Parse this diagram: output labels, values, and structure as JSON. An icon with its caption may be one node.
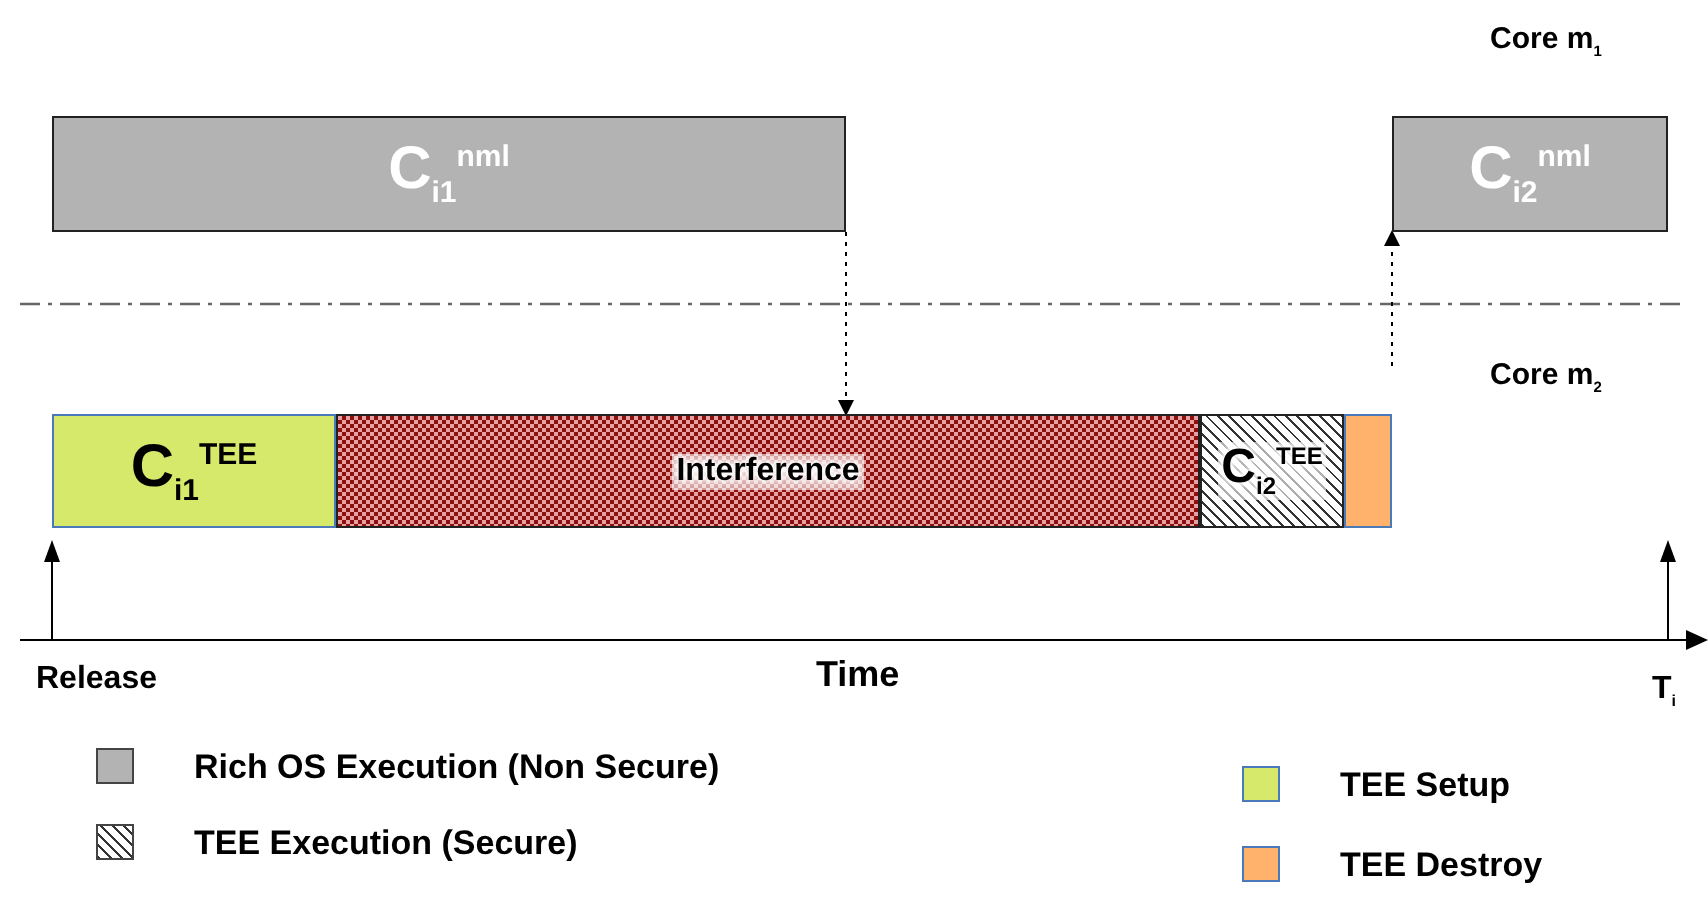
{
  "diagram": {
    "nodes": [
      {
        "text": [
          "C$_{i1}$$^{nml}$"
        ]
      },
      {
        "text": [
          "C$_{i2}$$^{nml}$"
        ]
      },
      {
        "text": [
          "C$_{i1}$$^{TEE}$"
        ]
      },
      {
        "text": [
          "Interference"
        ]
      },
      {
        "text": [
          "C$_{i2}$$^{TEE}$"
        ]
      },
      {
        "text": [],
        "shape": "box"
      }
    ],
    "edges": [
      {
        "from": 0,
        "to": 3,
        "arrow": "to",
        "style": "dashed"
      },
      {
        "from": null,
        "to": 1,
        "arrow": "to",
        "style": "dashed"
      }
    ],
    "labels": [
      "Core m$_{1}$",
      "Core m$_{2}$",
      "Release",
      "Time",
      "T$_{i}$"
    ],
    "legend": [
      {
        "text": "Rich OS Execution (Non Secure)",
        "color": "#b3b3b3"
      },
      {
        "text": "TEE Execution (Secure)"
      },
      {
        "text": "TEE Setup",
        "color": "#d7e96b"
      },
      {
        "text": "TEE Destroy",
        "color": "#ffb26b"
      }
    ]
  }
}
